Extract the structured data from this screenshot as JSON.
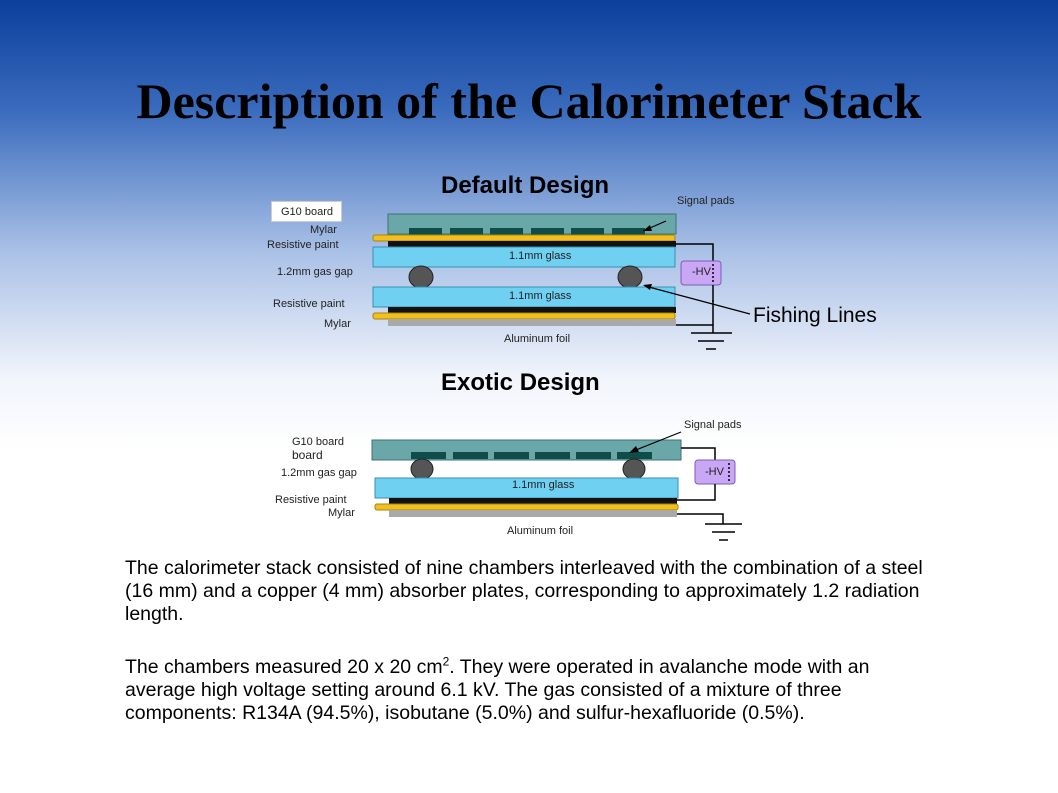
{
  "title": "Description of the Calorimeter Stack",
  "default_design": {
    "heading": "Default Design",
    "labels": {
      "g10_board": "G10 board",
      "mylar_top": "Mylar",
      "resistive_paint_top": "Resistive paint",
      "gas_gap": "1.2mm gas gap",
      "resistive_paint_bottom": "Resistive paint",
      "mylar_bottom": "Mylar",
      "signal_pads": "Signal pads",
      "glass_top": "1.1mm glass",
      "glass_bottom": "1.1mm glass",
      "hv": "-HV",
      "aluminum_foil": "Aluminum foil",
      "fishing_lines": "Fishing Lines"
    }
  },
  "exotic_design": {
    "heading": "Exotic Design",
    "labels": {
      "g10_board": "G10 board",
      "board": "board",
      "gas_gap": "1.2mm gas gap",
      "resistive_paint": "Resistive paint",
      "mylar": "Mylar",
      "signal_pads": "Signal pads",
      "glass": "1.1mm glass",
      "hv": "-HV",
      "aluminum_foil": "Aluminum foil"
    }
  },
  "paragraph1": "The calorimeter stack consisted of nine chambers interleaved with the combination of a steel (16 mm) and a copper (4 mm) absorber plates, corresponding to approximately 1.2 radiation length.",
  "paragraph2": {
    "before": "The chambers measured 20 x 20 cm",
    "superscript": "2",
    "after": ". They were operated in avalanche mode with an average high voltage setting around 6.1 kV. The gas consisted of a mixture of three components: R134A (94.5%), isobutane (5.0%) and sulfur-hexafluoride (0.5%)."
  },
  "colors": {
    "g10": "#6aa7a8",
    "pad": "#0f4d4a",
    "mylar": "#f2c01e",
    "glass": "#6fd0f2",
    "hv_box": "#c9a7f5",
    "aluminum": "#a9a9a9",
    "fishing_line": "#555555"
  }
}
